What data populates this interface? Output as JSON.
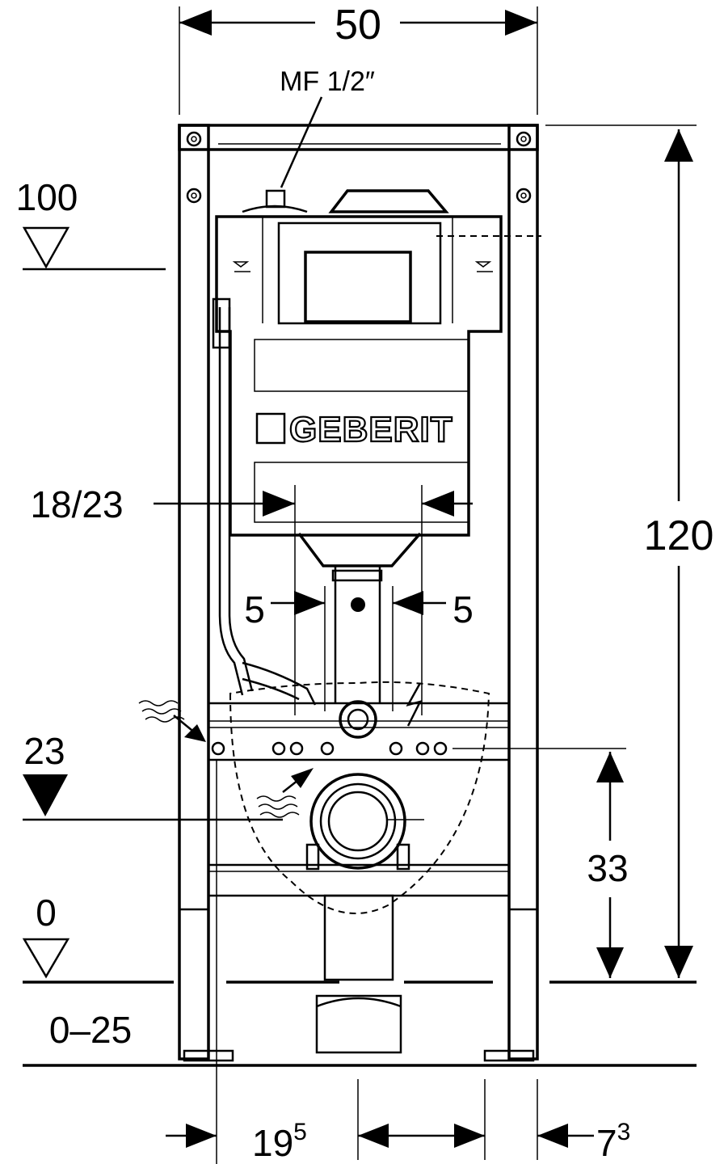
{
  "brand": "GEBERIT",
  "labels": {
    "width_total": "50",
    "connection": "MF 1/2″",
    "level_100": "100",
    "height_total": "120",
    "spacing_18_23": "18/23",
    "left_5": "5",
    "right_5": "5",
    "level_23": "23",
    "height_33": "33",
    "level_0": "0",
    "range_0_25": "0–25",
    "bottom_19_base": "19",
    "bottom_19_sup": "5",
    "bottom_7_base": "7",
    "bottom_7_sup": "3"
  }
}
